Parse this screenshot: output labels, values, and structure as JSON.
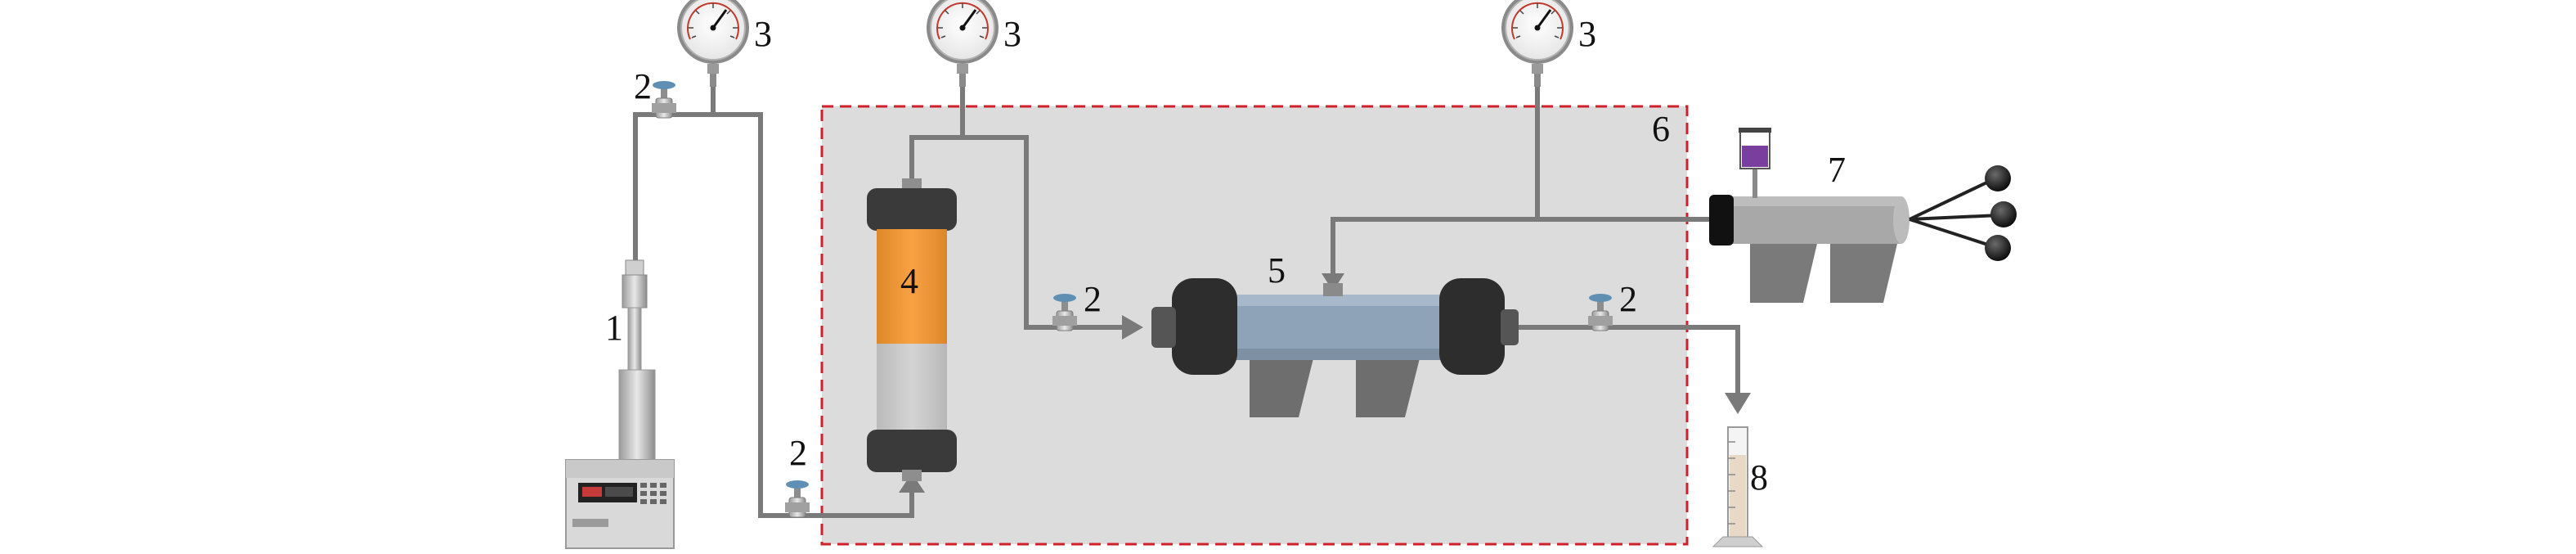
{
  "labels": {
    "pump": "1",
    "valve": "2",
    "gauge": "3",
    "vessel": "4",
    "core_holder": "5",
    "oven": "6",
    "back_pressure": "7",
    "cylinder": "8"
  },
  "colors": {
    "oven_fill": "#dcdcdc",
    "oven_border": "#d0202a",
    "pipe": "#7a7a7a",
    "vessel_oil": "#f7972e",
    "vessel_water": "#cfcfcf",
    "core_body": "#8fa3b8",
    "flange": "#2d2d2d",
    "back_pressure_body": "#a8a8a8",
    "beaker_liquid": "#7a3f9e",
    "valve_handle": "#5f8fb3"
  }
}
